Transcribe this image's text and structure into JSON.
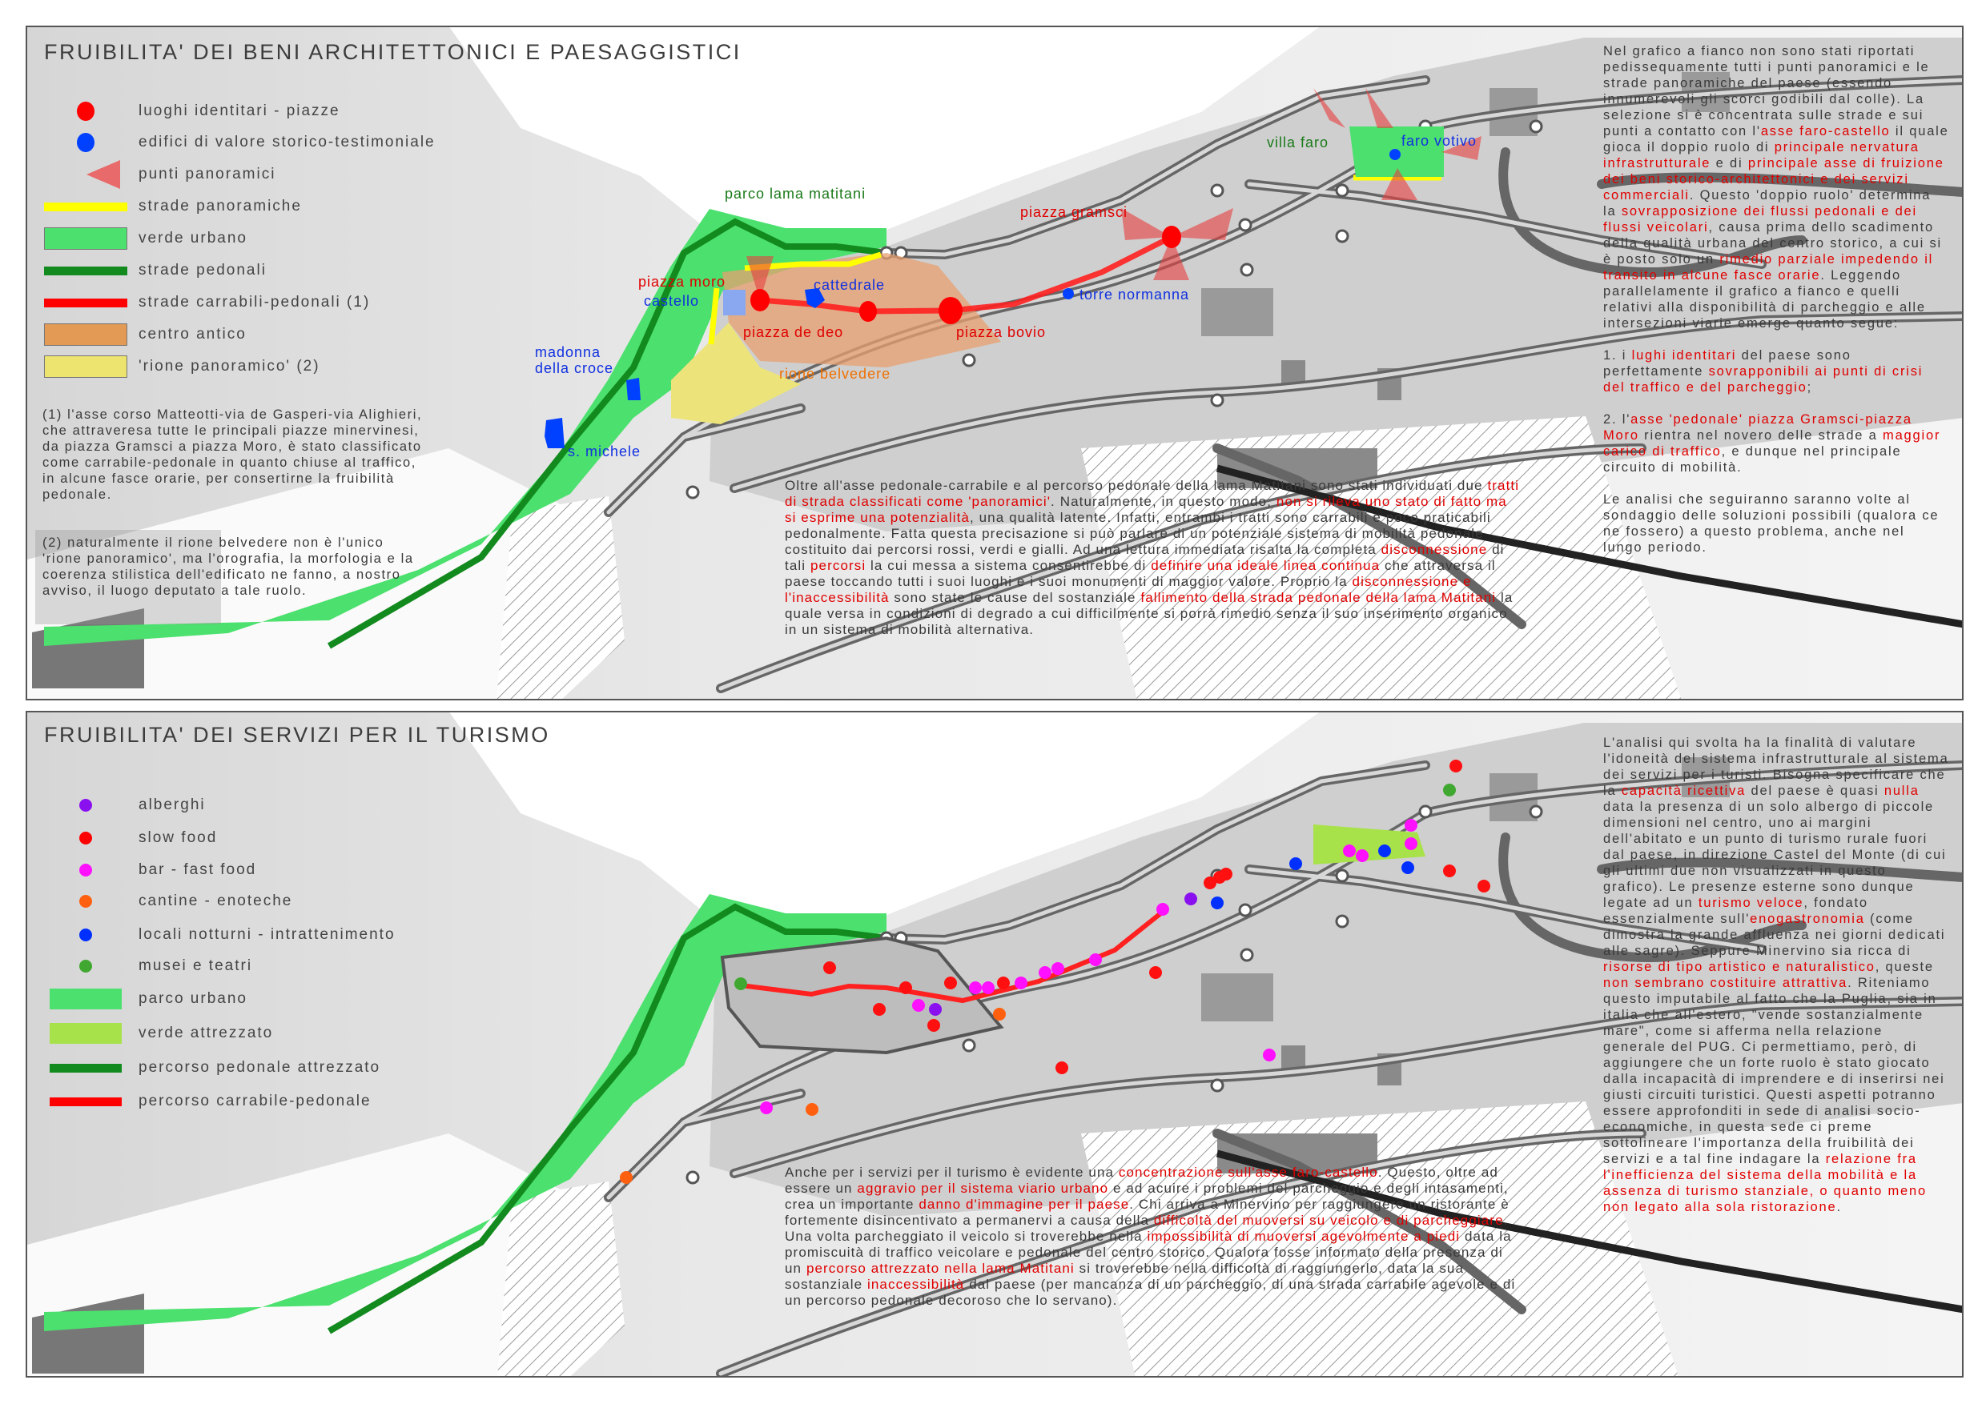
{
  "panel1": {
    "title": "FRUIBILITA' DEI BENI ARCHITETTONICI E PAESAGGISTICI",
    "legend": [
      {
        "label": "luoghi identitari - piazze",
        "color": "#ff0000"
      },
      {
        "label": "edifici di valore storico-testimoniale",
        "color": "#0040ff"
      },
      {
        "label": "punti panoramici",
        "color": "#e86a6a"
      },
      {
        "label": "strade panoramiche",
        "color": "#ffff00"
      },
      {
        "label": "verde urbano",
        "color": "#4ce06e"
      },
      {
        "label": "strade pedonali",
        "color": "#128a1e"
      },
      {
        "label": "strade carrabili-pedonali (1)",
        "color": "#ff0000"
      },
      {
        "label": "centro antico",
        "color": "#e29a55"
      },
      {
        "label": "'rione panoramico' (2)",
        "color": "#ece46e"
      }
    ],
    "notes": [
      "(1) l'asse corso Matteotti-via de Gasperi-via Alighieri, che attraveresa tutte le principali piazze minervinesi, da piazza Gramsci a piazza Moro, è stato classificato come carrabile-pedonale in quanto chiuse al traffico, in alcune fasce orarie, per consertirne la fruibilità pedonale.",
      "(2) naturalmente il rione belvedere non è l'unico 'rione panoramico', ma l'orografia, la morfologia e la coerenza stilistica dell'edificato ne fanno, a nostro avviso, il luogo deputato a tale ruolo."
    ],
    "map_labels": {
      "parco": "parco lama matitani",
      "piazza_moro": "piazza moro",
      "castello": "castello",
      "cattedrale": "cattedrale",
      "piazza_de_deo": "piazza de deo",
      "piazza_bovio": "piazza bovio",
      "torre_normanna": "torre normanna",
      "piazza_gramsci": "piazza gramsci",
      "villa_faro": "villa faro",
      "faro_votivo": "faro votivo",
      "rione_belvedere": "rione belvedere",
      "madonna_della_croce": "madonna della croce",
      "s_michele": "s. michele"
    },
    "middle_text": [
      [
        {
          "t": "Oltre all'asse pedonale-carrabile e al percorso pedonale della lama Matitani sono stati individuati due "
        },
        {
          "t": "tratti di strada classificati come 'panoramici'",
          "hl": true
        },
        {
          "t": ". Naturalmente, in questo modo, "
        },
        {
          "t": "non si rileva uno stato di fatto ma si esprime una potenzialità",
          "hl": true
        },
        {
          "t": ", una qualità latente. Infatti, entrambi i tratti sono carrabili e poco praticabili pedonalmente. Fatta questa precisazione si può parlare di un potenziale sistema di mobilità pedonale costituito dai percorsi rossi, verdi e gialli. Ad una lettura immediata risalta la completa "
        },
        {
          "t": "disconnessione",
          "hl": true
        },
        {
          "t": " di tali "
        },
        {
          "t": "percorsi",
          "hl": true
        },
        {
          "t": " la cui messa a sistema consentirebbe di "
        },
        {
          "t": "definire una ideale linea continua",
          "hl": true
        },
        {
          "t": " che attraversa il paese  toccando tutti i suoi luoghi e i suoi monumenti di maggior valore. Proprio la "
        },
        {
          "t": "disconnessione e l'inaccessibilità",
          "hl": true
        },
        {
          "t": " sono state le cause del sostanziale "
        },
        {
          "t": "fallimento della strada pedonale della lama Matitani",
          "hl": true
        },
        {
          "t": " la quale versa in condizioni di degrado a cui difficilmente si porrà rimedio senza il suo inserimento organico in un sistema di mobilità alternativa."
        }
      ]
    ],
    "side_text": [
      [
        {
          "t": "Nel grafico a fianco non sono stati riportati pedissequamente tutti i punti panoramici e le strade panoramiche del paese (essendo innumerevoli gli scorci godibili dal colle). La selezione si è concentrata sulle strade e sui punti a contatto con l'"
        },
        {
          "t": "asse faro-castello",
          "hl": true
        },
        {
          "t": " il quale gioca il doppio ruolo di "
        },
        {
          "t": "principale nervatura infrastrutturale",
          "hl": true
        },
        {
          "t": " e di "
        },
        {
          "t": "principale asse di fruizione dei beni storico-architettonici e dei servizi commerciali",
          "hl": true
        },
        {
          "t": ". Questo 'doppio ruolo' determina la "
        },
        {
          "t": "sovrapposizione dei flussi pedonali e dei flussi veicolari",
          "hl": true
        },
        {
          "t": ", causa prima dello scadimento della qualità urbana del centro storico, a cui si è posto solo un "
        },
        {
          "t": "rimedio parziale impedendo il transito in alcune fasce orarie",
          "hl": true
        },
        {
          "t": ". Leggendo parallelamente il grafico a fianco e quelli relativi alla disponibilità di parcheggio e alle intersezioni viarie emerge quanto segue:"
        }
      ],
      [
        {
          "t": "1. i "
        },
        {
          "t": "lughi identitari",
          "hl": true
        },
        {
          "t": " del paese sono perfettamente "
        },
        {
          "t": "sovrapponibili ai punti di crisi del traffico e del parcheggio",
          "hl": true
        },
        {
          "t": ";"
        }
      ],
      [
        {
          "t": "2. l'"
        },
        {
          "t": "asse 'pedonale' piazza Gramsci-piazza Moro",
          "hl": true
        },
        {
          "t": " rientra nel novero delle strade a "
        },
        {
          "t": "maggior carico di traffico",
          "hl": true
        },
        {
          "t": ", e dunque nel principale circuito di mobilità."
        }
      ],
      [
        {
          "t": "Le analisi che seguiranno saranno volte al sondaggio delle soluzioni possibili (qualora ce ne fossero) a questo problema, anche nel lungo periodo."
        }
      ]
    ]
  },
  "panel2": {
    "title": "FRUIBILITA' DEI SERVIZI PER IL TURISMO",
    "legend": [
      {
        "label": "alberghi",
        "color": "#8a10f0"
      },
      {
        "label": "slow food",
        "color": "#ff0000"
      },
      {
        "label": "bar - fast food",
        "color": "#ff10ff"
      },
      {
        "label": "cantine - enoteche",
        "color": "#ff6010"
      },
      {
        "label": "locali notturni - intrattenimento",
        "color": "#0030ff"
      },
      {
        "label": "musei e teatri",
        "color": "#40a830"
      },
      {
        "label": "parco urbano",
        "color": "#4ce06e"
      },
      {
        "label": "verde attrezzato",
        "color": "#a8e24a"
      },
      {
        "label": "percorso pedonale attrezzato",
        "color": "#128a1e"
      },
      {
        "label": "percorso carrabile-pedonale",
        "color": "#ff0000"
      }
    ],
    "middle_text": [
      [
        {
          "t": "Anche per i servizi per il turismo è evidente una "
        },
        {
          "t": "concentrazione sull'asse faro-castello",
          "hl": true
        },
        {
          "t": ". Questo, oltre ad essere un "
        },
        {
          "t": "aggravio per il sistema viario urbano",
          "hl": true
        },
        {
          "t": " e ad acuire i problemi del parcheggio e degli intasamenti, crea un importante "
        },
        {
          "t": "danno d'immagine per il paese",
          "hl": true
        },
        {
          "t": ". Chi arriva a Minervino per raggiungere un ristorante è fortemente disincentivato a permanervi a causa della "
        },
        {
          "t": "difficoltà del muoversi su veicolo e di parcheggiare",
          "hl": true
        },
        {
          "t": ". Una volta parcheggiato il veicolo si troverebbe nella "
        },
        {
          "t": "impossibilità di muoversi agevolmente a piedi",
          "hl": true
        },
        {
          "t": " data la promiscuità di traffico veicolare e pedonale del centro storico. Qualora fosse informato della presenza di un "
        },
        {
          "t": "percorso attrezzato nella lama Matitani",
          "hl": true
        },
        {
          "t": " si troverebbe nella difficoltà di raggiungerlo, data la sua sostanziale "
        },
        {
          "t": "inaccessibilità",
          "hl": true
        },
        {
          "t": " dal paese (per mancanza di un parcheggio, di una strada carrabile agevole e di un percorso pedonale decoroso che lo servano)."
        }
      ]
    ],
    "side_text": [
      [
        {
          "t": "L'analisi qui svolta ha la finalità di valutare l'idoneità del sistema infrastrutturale al sistema dei servizi per i turisti. Bisogna specificare che la "
        },
        {
          "t": "capacità ricettiva",
          "hl": true
        },
        {
          "t": " del paese è quasi "
        },
        {
          "t": "nulla",
          "hl": true
        },
        {
          "t": " data la presenza di un solo albergo di piccole dimensioni nel centro, uno ai margini dell'abitato e un punto di turismo rurale fuori dal paese, in direzione Castel del Monte (di cui gli ultimi due non visualizzati in questo grafico). Le presenze esterne sono dunque legate ad un "
        },
        {
          "t": "turismo veloce",
          "hl": true
        },
        {
          "t": ", fondato essenzialmente sull'"
        },
        {
          "t": "enogastronomia",
          "hl": true
        },
        {
          "t": " (come dimostra la grande affluenza nei giorni dedicati alle sagre). Seppure Minervino sia ricca di "
        },
        {
          "t": "risorse di tipo artistico e naturalistico",
          "hl": true
        },
        {
          "t": ", queste "
        },
        {
          "t": "non sembrano costituire attrattiva",
          "hl": true
        },
        {
          "t": ". Riteniamo questo imputabile al fatto che la Puglia, sia in italia che all'estero, \"vende sostanzialmente mare\", come si afferma nella relazione generale del PUG. Ci permettiamo, però,  di aggiungere che un forte ruolo è stato giocato dalla incapacità di imprendere e di inserirsi nei giusti circuiti turistici. Questi aspetti potranno essere approfonditi in sede di analisi socio-economiche, in questa sede ci preme sottolineare l'importanza della fruibilità dei servizi e a tal fine indagare la "
        },
        {
          "t": "relazione fra l'inefficienza del sistema della mobilità e la assenza di turismo stanziale, o quanto meno non legato alla sola ristorazione",
          "hl": true
        },
        {
          "t": "."
        }
      ]
    ]
  }
}
